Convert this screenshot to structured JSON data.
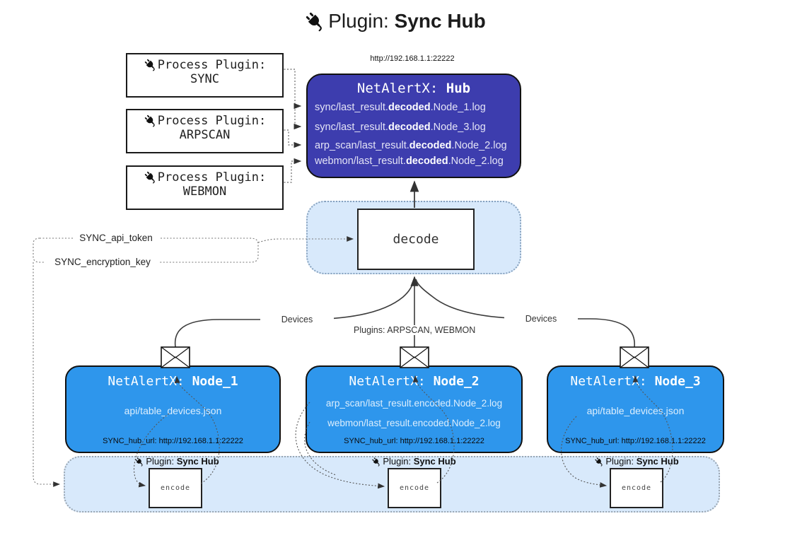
{
  "title": {
    "prefix": "Plugin: ",
    "name": "Sync Hub"
  },
  "hub": {
    "url": "http://192.168.1.1:22222",
    "title_prefix": "NetAlertX: ",
    "title_name": "Hub",
    "logs": [
      {
        "pre": "sync/last_result.",
        "bold": "decoded",
        "post": ".Node_1.log"
      },
      {
        "pre": "sync/last_result.",
        "bold": "decoded",
        "post": ".Node_3.log"
      },
      {
        "pre": "arp_scan/last_result.",
        "bold": "decoded",
        "post": ".Node_2.log"
      },
      {
        "pre": "webmon/last_result.",
        "bold": "decoded",
        "post": ".Node_2.log"
      }
    ]
  },
  "process_plugins": [
    {
      "label": "Process Plugin:",
      "name": "SYNC"
    },
    {
      "label": "Process Plugin:",
      "name": "ARPSCAN"
    },
    {
      "label": "Process Plugin:",
      "name": "WEBMON"
    }
  ],
  "decode": {
    "label": "decode"
  },
  "config": {
    "api_token": "SYNC_api_token",
    "encryption_key": "SYNC_encryption_key"
  },
  "edges": {
    "devices_left": "Devices",
    "devices_right": "Devices",
    "plugins_middle": "Plugins: ARPSCAN, WEBMON"
  },
  "nodes": [
    {
      "title_prefix": "NetAlertX: ",
      "title_name": "Node_1",
      "files": [
        "api/table_devices.json"
      ],
      "hub_url": "SYNC_hub_url: http://192.168.1.1:22222"
    },
    {
      "title_prefix": "NetAlertX: ",
      "title_name": "Node_2",
      "files": [
        "arp_scan/last_result.encoded.Node_2.log",
        "webmon/last_result.encoded.Node_2.log"
      ],
      "hub_url": "SYNC_hub_url: http://192.168.1.1:22222"
    },
    {
      "title_prefix": "NetAlertX: ",
      "title_name": "Node_3",
      "files": [
        "api/table_devices.json"
      ],
      "hub_url": "SYNC_hub_url: http://192.168.1.1:22222"
    }
  ],
  "encoders": [
    {
      "plugin_prefix": "Plugin: ",
      "plugin_name": "Sync Hub",
      "label": "encode"
    },
    {
      "plugin_prefix": "Plugin: ",
      "plugin_name": "Sync Hub",
      "label": "encode"
    },
    {
      "plugin_prefix": "Plugin: ",
      "plugin_name": "Sync Hub",
      "label": "encode"
    }
  ],
  "colors": {
    "hub_fill": "#3D3DAE",
    "node_fill": "#2E96EC",
    "band_fill": "#D8E9FB",
    "line": "#333333"
  }
}
